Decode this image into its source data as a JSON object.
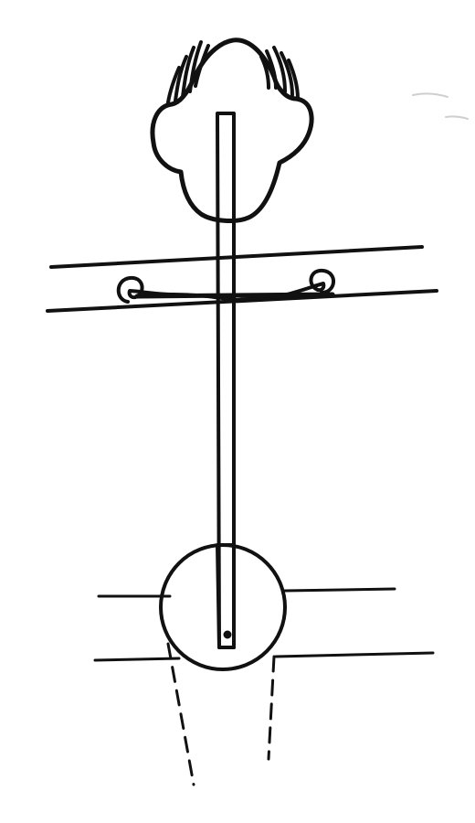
{
  "drawing": {
    "ink_color": "#111111",
    "paper_color": "#ffffff",
    "elements": [
      "head-outline",
      "hair-tufts",
      "upper-parallel-lines",
      "rod",
      "clip-pins",
      "ball",
      "lower-parallel-lines",
      "dashed-lines"
    ]
  }
}
